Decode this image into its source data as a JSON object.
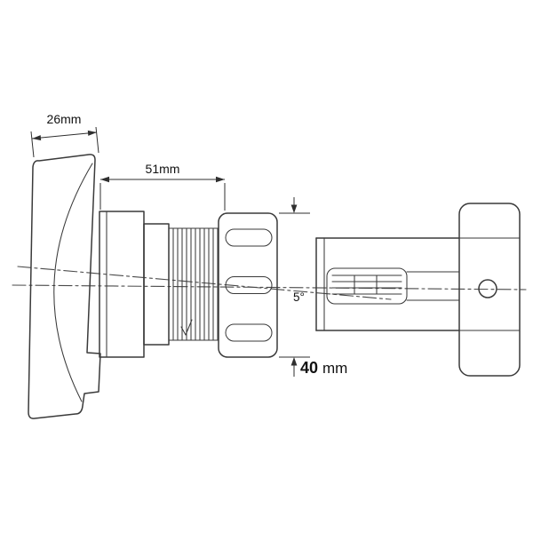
{
  "labels": {
    "plate_width": "26mm",
    "body_length": "51mm",
    "nut_size": "40",
    "nut_size_unit": "mm",
    "angle": "5°"
  },
  "colors": {
    "line": "#3a3a3a",
    "centerline": "#4a4a4a",
    "text": "#111111",
    "background": "#ffffff"
  }
}
